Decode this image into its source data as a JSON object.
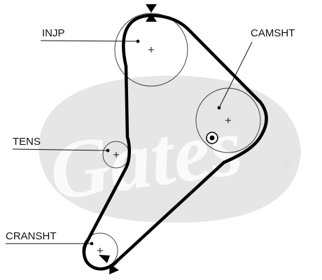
{
  "watermark": {
    "brand": "Gates",
    "registered_mark": "®",
    "color": "#e3e3e3"
  },
  "labels": {
    "injp": "INJP",
    "camsht": "CAMSHT",
    "tens": "TENS",
    "cransht": "CRANSHT"
  },
  "colors": {
    "belt": "#000000",
    "pulley": "#444444"
  }
}
